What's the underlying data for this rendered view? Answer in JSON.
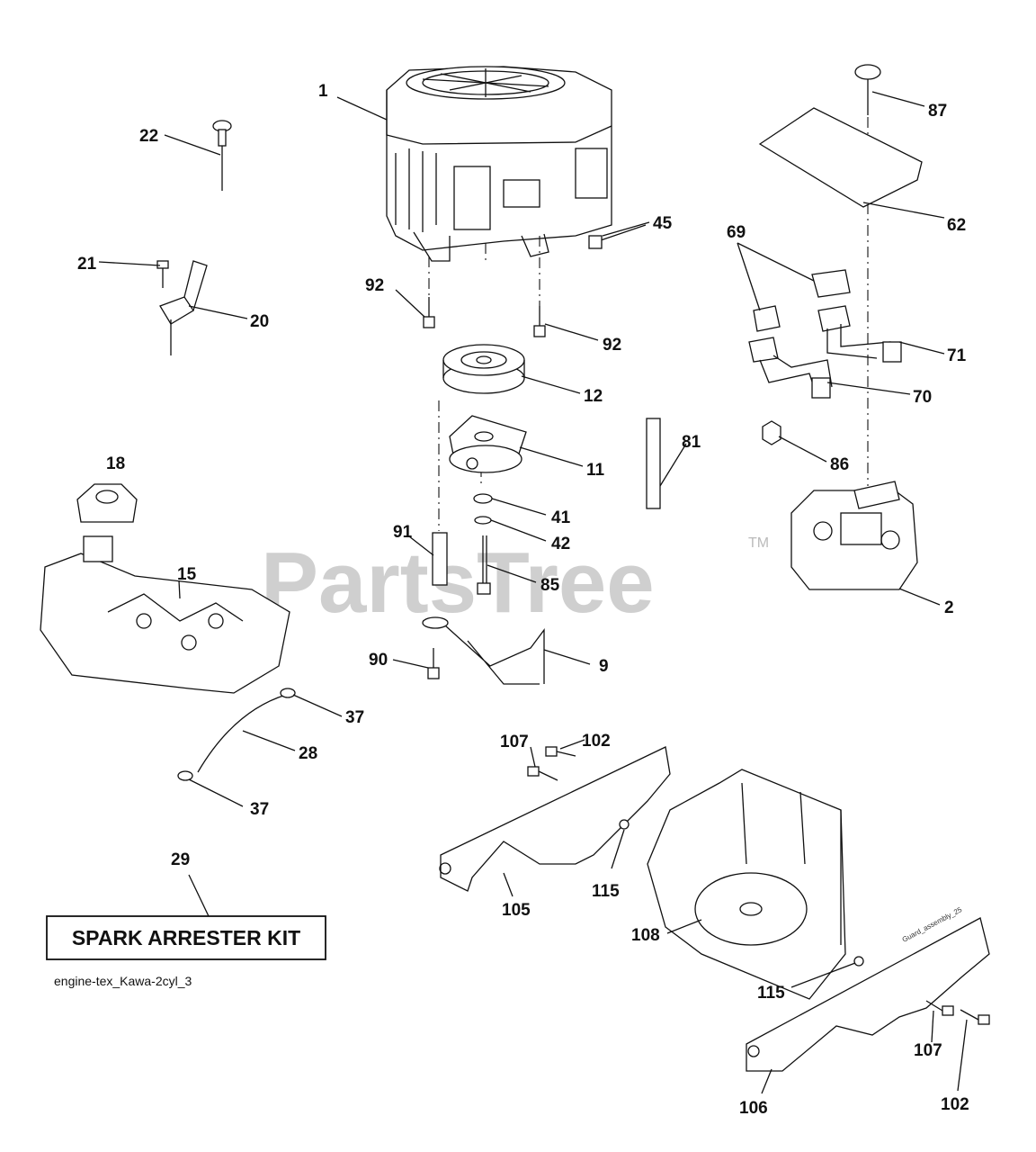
{
  "watermark": {
    "brand": "PartsTree",
    "trademark": "TM"
  },
  "kit_label": "SPARK ARRESTER KIT",
  "diagram_code": "engine-tex_Kawa-2cyl_3",
  "small_print": "Guard_assembly_25",
  "parts": [
    {
      "id": "p1",
      "label": "1"
    },
    {
      "id": "p22",
      "label": "22"
    },
    {
      "id": "p87",
      "label": "87"
    },
    {
      "id": "p45",
      "label": "45"
    },
    {
      "id": "p62",
      "label": "62"
    },
    {
      "id": "p21",
      "label": "21"
    },
    {
      "id": "p92a",
      "label": "92"
    },
    {
      "id": "p69",
      "label": "69"
    },
    {
      "id": "p20",
      "label": "20"
    },
    {
      "id": "p92b",
      "label": "92"
    },
    {
      "id": "p71",
      "label": "71"
    },
    {
      "id": "p12",
      "label": "12"
    },
    {
      "id": "p70",
      "label": "70"
    },
    {
      "id": "p81",
      "label": "81"
    },
    {
      "id": "p18",
      "label": "18"
    },
    {
      "id": "p86",
      "label": "86"
    },
    {
      "id": "p11",
      "label": "11"
    },
    {
      "id": "p41",
      "label": "41"
    },
    {
      "id": "p91",
      "label": "91"
    },
    {
      "id": "p42",
      "label": "42"
    },
    {
      "id": "p15",
      "label": "15"
    },
    {
      "id": "p85",
      "label": "85"
    },
    {
      "id": "p2",
      "label": "2"
    },
    {
      "id": "p90",
      "label": "90"
    },
    {
      "id": "p9",
      "label": "9"
    },
    {
      "id": "p37a",
      "label": "37"
    },
    {
      "id": "p107a",
      "label": "107"
    },
    {
      "id": "p102a",
      "label": "102"
    },
    {
      "id": "p28",
      "label": "28"
    },
    {
      "id": "p37b",
      "label": "37"
    },
    {
      "id": "p29",
      "label": "29"
    },
    {
      "id": "p115a",
      "label": "115"
    },
    {
      "id": "p105",
      "label": "105"
    },
    {
      "id": "p108",
      "label": "108"
    },
    {
      "id": "p115b",
      "label": "115"
    },
    {
      "id": "p107b",
      "label": "107"
    },
    {
      "id": "p106",
      "label": "106"
    },
    {
      "id": "p102b",
      "label": "102"
    }
  ]
}
